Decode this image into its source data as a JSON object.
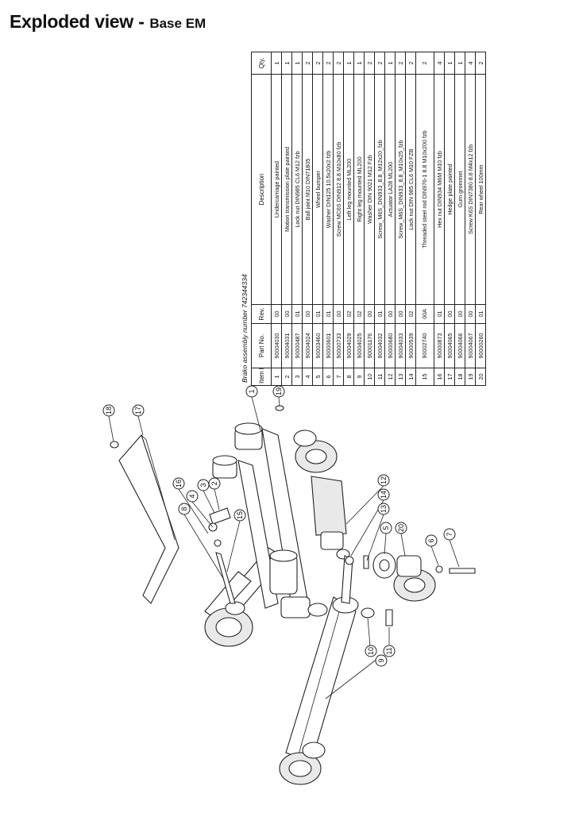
{
  "title": {
    "main": "Exploded view",
    "separator": " - ",
    "sub": "Base EM"
  },
  "assembly": {
    "caption": "Brako assembly number 742344334"
  },
  "table": {
    "headers": [
      "Item No.",
      "Part No.",
      "Rev.",
      "Description",
      "Qty."
    ],
    "rows": [
      {
        "item": "1",
        "part": "90004030",
        "rev": "00",
        "desc": "Undercarriage painted",
        "qty": "1"
      },
      {
        "item": "2",
        "part": "90004031",
        "rev": "00",
        "desc": "Motion transmission plate painted",
        "qty": "1"
      },
      {
        "item": "3",
        "part": "90000487",
        "rev": "01",
        "desc": "Lock nut DIN985 CL6 M12 fzb",
        "qty": "1"
      },
      {
        "item": "4",
        "part": "90004024",
        "rev": "00",
        "desc": "Ball joint M10 DIN71805",
        "qty": "2"
      },
      {
        "item": "5",
        "part": "90003460",
        "rev": "01",
        "desc": "Wheel bumper",
        "qty": "2"
      },
      {
        "item": "6",
        "part": "90000601",
        "rev": "01",
        "desc": "Washer DIN125 10.5x20x2 fzb",
        "qty": "2"
      },
      {
        "item": "7",
        "part": "90000733",
        "rev": "00",
        "desc": "Screw MC6S DIN912 8.8 M10x80 fzb",
        "qty": "2"
      },
      {
        "item": "8",
        "part": "90004029",
        "rev": "02",
        "desc": "Left leg mounted ML200",
        "qty": "1"
      },
      {
        "item": "9",
        "part": "90004025",
        "rev": "02",
        "desc": "Right leg mounted ML200",
        "qty": "1"
      },
      {
        "item": "10",
        "part": "90001176",
        "rev": "00",
        "desc": "Washer DIN 9021 M12 Fzb",
        "qty": "2"
      },
      {
        "item": "11",
        "part": "90004032",
        "rev": "01",
        "desc": "Screw_M6S_DIN933_8.8_M12x20_fzb",
        "qty": "2"
      },
      {
        "item": "12",
        "part": "90000680",
        "rev": "00",
        "desc": "Actuator LA28 ML200",
        "qty": "1"
      },
      {
        "item": "13",
        "part": "90004033",
        "rev": "00",
        "desc": "Screw_M6S_DIN933_8.8_M10x25_fzb",
        "qty": "2"
      },
      {
        "item": "14",
        "part": "90000539",
        "rev": "02",
        "desc": "Lock nut DIN 985 CL6 M10 FZB",
        "qty": "2"
      },
      {
        "item": "15",
        "part": "90002740",
        "rev": "00A",
        "desc": "Threaded steel rod DIN976-1 8.8 M10x200 fzb",
        "qty": "2"
      },
      {
        "item": "16",
        "part": "90000873",
        "rev": "01",
        "desc": "Hex nut DIN934 M6M M10 fzb",
        "qty": "4"
      },
      {
        "item": "17",
        "part": "90004065",
        "rev": "00",
        "desc": "Hedge plate painted",
        "qty": "1"
      },
      {
        "item": "18",
        "part": "90004066",
        "rev": "00",
        "desc": "Gum grommet",
        "qty": "1"
      },
      {
        "item": "19",
        "part": "90004067",
        "rev": "00",
        "desc": "Screw K6S DIN7380 8.8 M4x12 fzb",
        "qty": "4"
      },
      {
        "item": "20",
        "part": "90000260",
        "rev": "01",
        "desc": "Rear wheel 100mm",
        "qty": "2"
      }
    ]
  },
  "callouts": [
    "1",
    "2",
    "3",
    "4",
    "5",
    "6",
    "7",
    "8",
    "9",
    "10",
    "11",
    "12",
    "13",
    "14",
    "15",
    "16",
    "17",
    "18",
    "19",
    "20"
  ]
}
